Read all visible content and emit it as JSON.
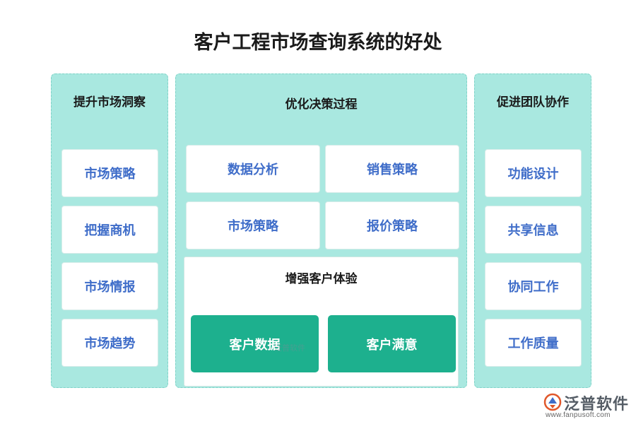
{
  "title": "客户工程市场查询系统的好处",
  "left": {
    "heading": "提升市场洞察",
    "items": [
      "市场策略",
      "把握商机",
      "市场情报",
      "市场趋势"
    ]
  },
  "middle": {
    "heading": "优化决策过程",
    "items": [
      "数据分析",
      "销售策略",
      "市场策略",
      "报价策略"
    ],
    "sub": {
      "heading": "增强客户体验",
      "items": [
        "客户数据",
        "客户满意"
      ]
    }
  },
  "right": {
    "heading": "促进团队协作",
    "items": [
      "功能设计",
      "共享信息",
      "协同工作",
      "工作质量"
    ]
  },
  "watermark": "泛普软件",
  "brand": {
    "name": "泛普软件",
    "url": "www.fanpusoft.com"
  },
  "colors": {
    "panel": "#a9e8e0",
    "card_text": "#3f6dc9",
    "accent": "#1db08e"
  }
}
